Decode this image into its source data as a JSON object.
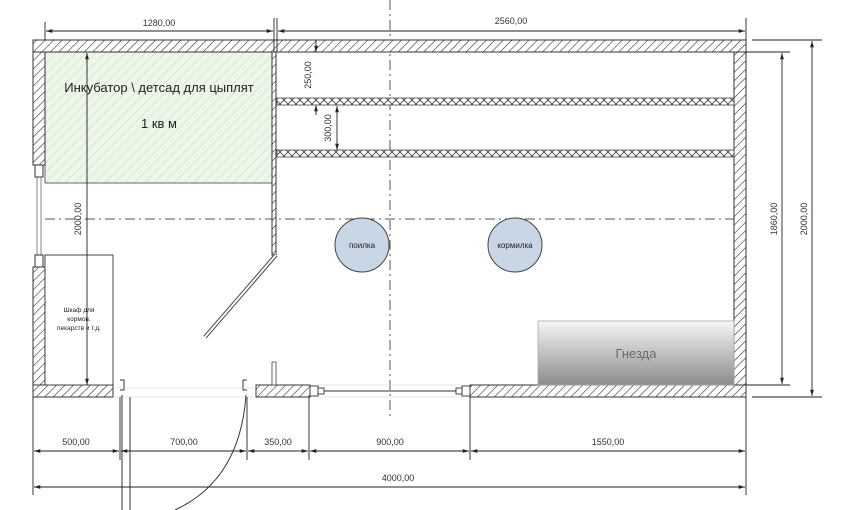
{
  "plan": {
    "title": "Floor plan: chicken coop",
    "rooms": {
      "incubator": {
        "line1": "Инкубатор \\ детсад для цыплят",
        "line2": "1 кв м"
      },
      "cabinet": {
        "line1": "Шкаф для",
        "line2": "кормов,",
        "line3": "пекарств и т.д."
      },
      "nests": {
        "label": "Гнезда"
      },
      "drinker": {
        "label": "поилка"
      },
      "feeder": {
        "label": "кормилка"
      }
    },
    "dimensions": {
      "top_left": "1280,00",
      "top_right": "2560,00",
      "shelf_gap_top": "250,00",
      "shelf_gap_between": "300,00",
      "inner_height_left": "2000,00",
      "inner_height_right": "1860,00",
      "outer_height_right": "2000,00",
      "bottom_segments": [
        "500,00",
        "700,00",
        "350,00",
        "900,00",
        "1550,00"
      ],
      "bottom_total": "4000,00"
    },
    "colors": {
      "wall_hatch": "#333333",
      "incubator_fill": "#e9f3e4",
      "incubator_hatch": "#b9d8b0",
      "circle_fill": "#c9d6e6",
      "nest_top": "#f4f4f4",
      "nest_bottom": "#8a8a8a"
    }
  }
}
